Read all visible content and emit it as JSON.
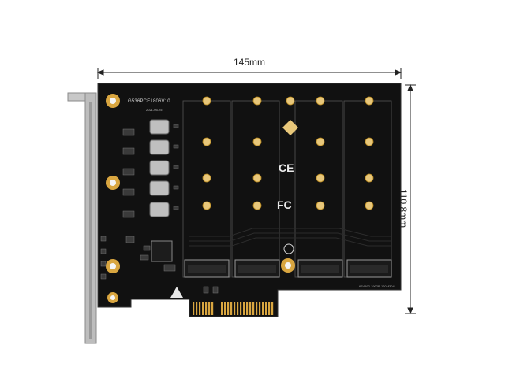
{
  "dimensions": {
    "width_label": "145mm",
    "height_label": "110.8mm"
  },
  "board": {
    "model_text": "G536PCE1806V10",
    "date_text": "2021-05-25",
    "serial_text": "6S4592-1902B-120M304",
    "ce_mark": "CE",
    "fc_mark": "FC"
  },
  "colors": {
    "pcb": "#111111",
    "bracket": "#c8c8c8",
    "gold": "#d9a640",
    "dimension_line": "#222222"
  }
}
